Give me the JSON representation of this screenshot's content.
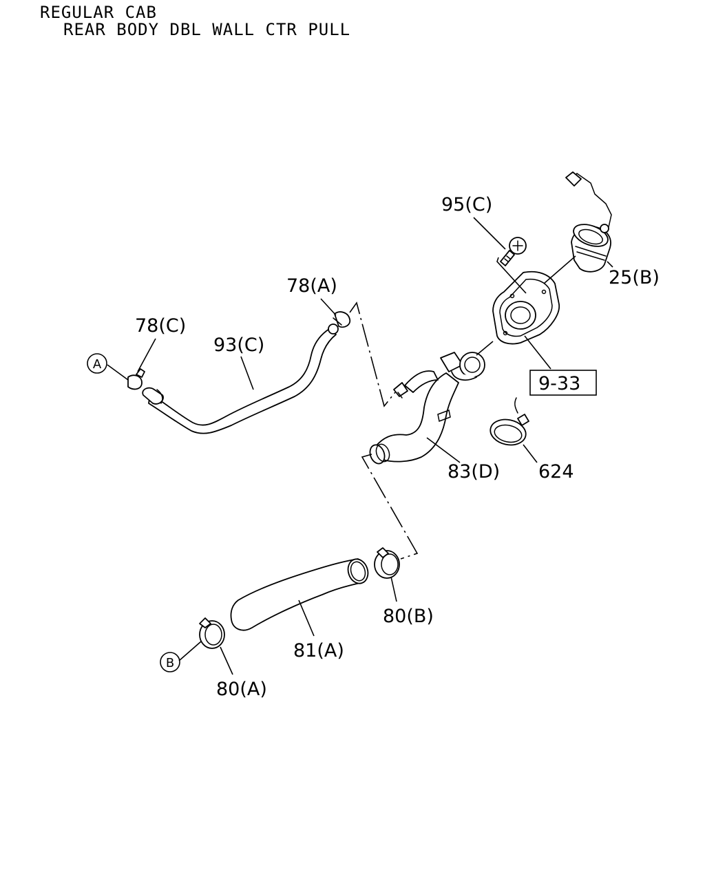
{
  "header": {
    "line1": "REGULAR CAB",
    "line2": "REAR BODY DBL WALL CTR PULL"
  },
  "callouts": [
    {
      "id": "p95c",
      "text": "95(C)"
    },
    {
      "id": "p25b",
      "text": "25(B)"
    },
    {
      "id": "p78a",
      "text": "78(A)"
    },
    {
      "id": "p78c",
      "text": "78(C)"
    },
    {
      "id": "p93c",
      "text": "93(C)"
    },
    {
      "id": "p933",
      "text": "9-33"
    },
    {
      "id": "p83d",
      "text": "83(D)"
    },
    {
      "id": "p624",
      "text": "624"
    },
    {
      "id": "p80b",
      "text": "80(B)"
    },
    {
      "id": "p81a",
      "text": "81(A)"
    },
    {
      "id": "p80a",
      "text": "80(A)"
    }
  ],
  "connectors": [
    {
      "id": "conA",
      "text": "A"
    },
    {
      "id": "conB",
      "text": "B"
    }
  ]
}
